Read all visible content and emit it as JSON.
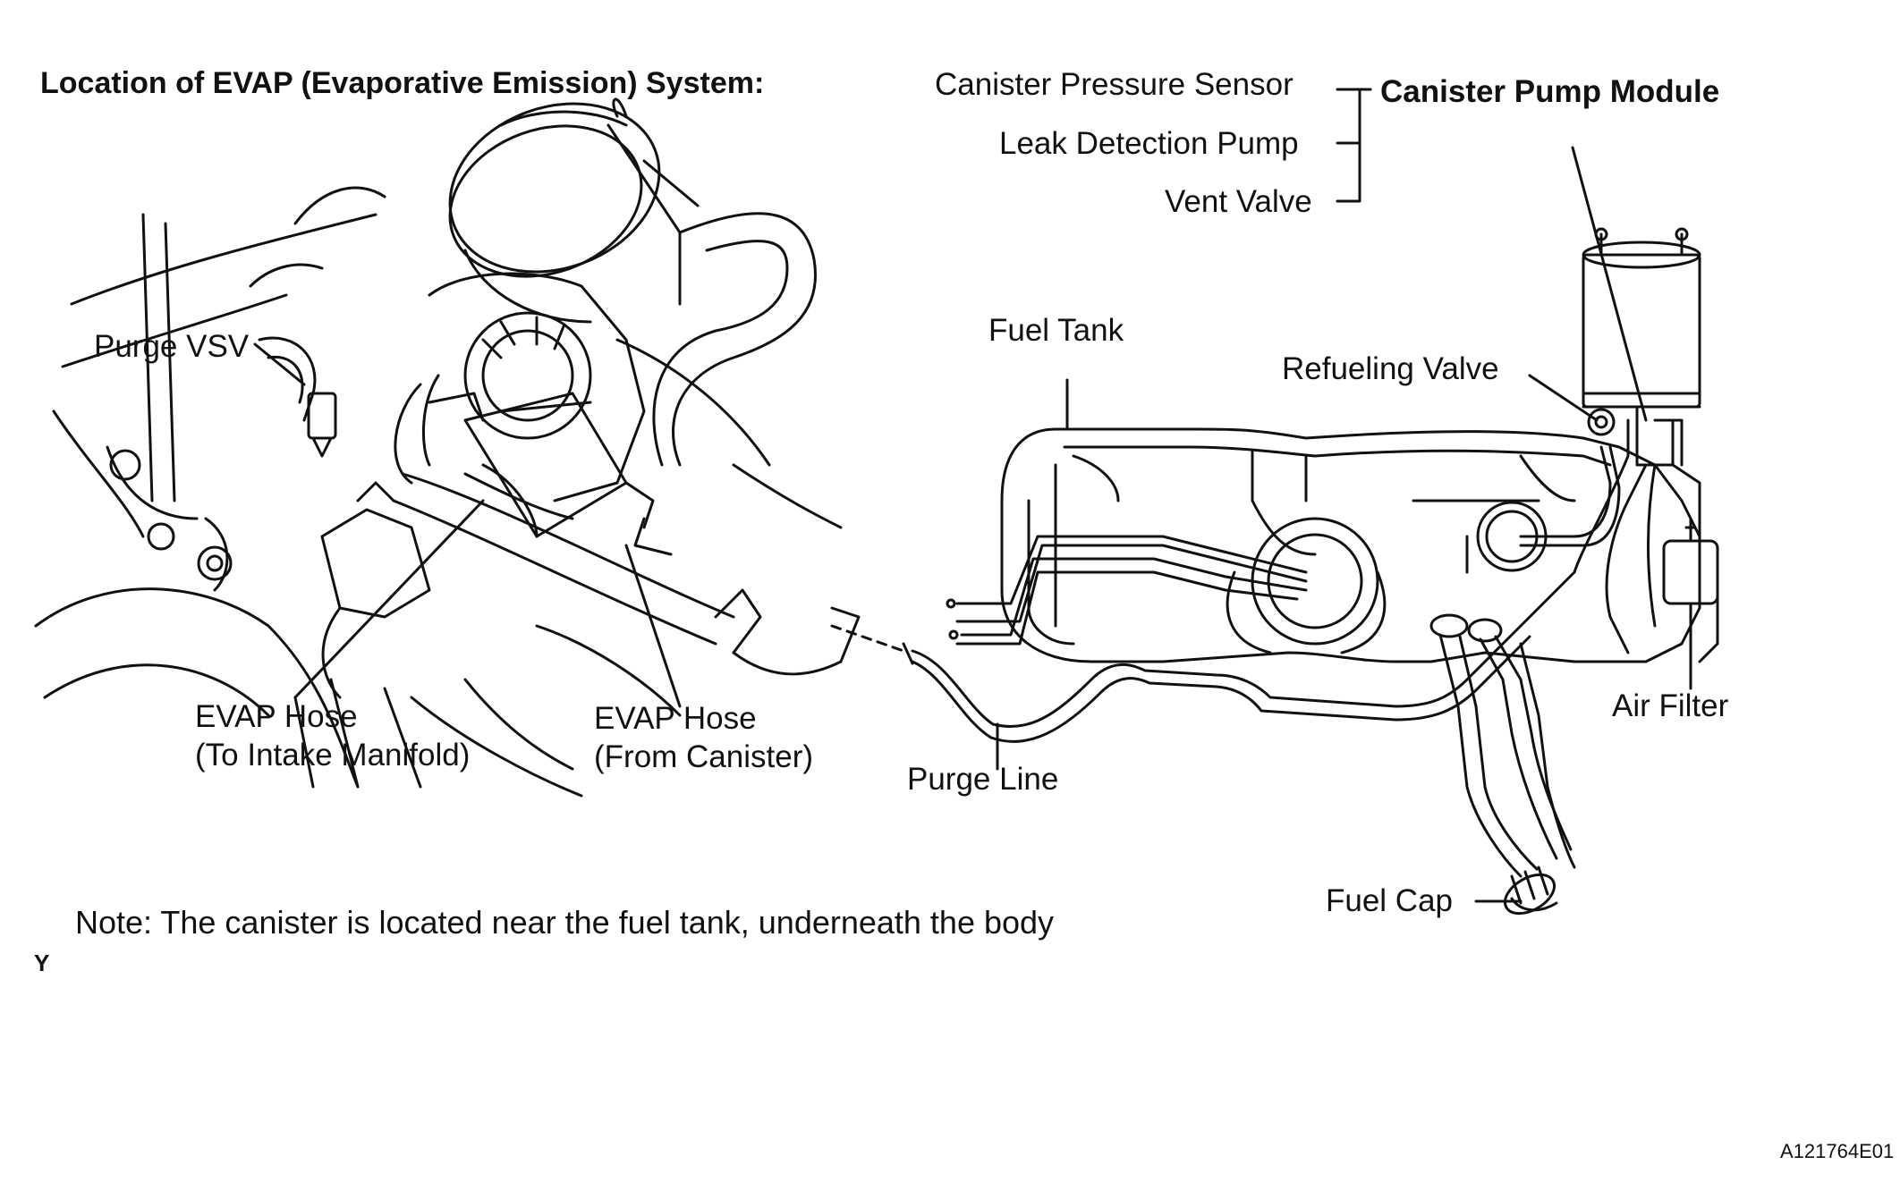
{
  "title": "Location of EVAP (Evaporative Emission) System:",
  "labels": {
    "purge_vsv": "Purge VSV",
    "evap_hose_intake_1": "EVAP Hose",
    "evap_hose_intake_2": "(To Intake Manifold)",
    "evap_hose_canister_1": "EVAP Hose",
    "evap_hose_canister_2": "(From Canister)",
    "canister_pressure_sensor": "Canister Pressure Sensor",
    "leak_detection_pump": "Leak Detection Pump",
    "vent_valve": "Vent Valve",
    "canister_pump_module": "Canister Pump Module",
    "fuel_tank": "Fuel Tank",
    "refueling_valve": "Refueling Valve",
    "air_filter": "Air Filter",
    "purge_line": "Purge Line",
    "fuel_cap": "Fuel Cap"
  },
  "note": "Note: The canister is located near the fuel tank, underneath the body",
  "corner_mark": "Y",
  "figure_id": "A121764E01"
}
